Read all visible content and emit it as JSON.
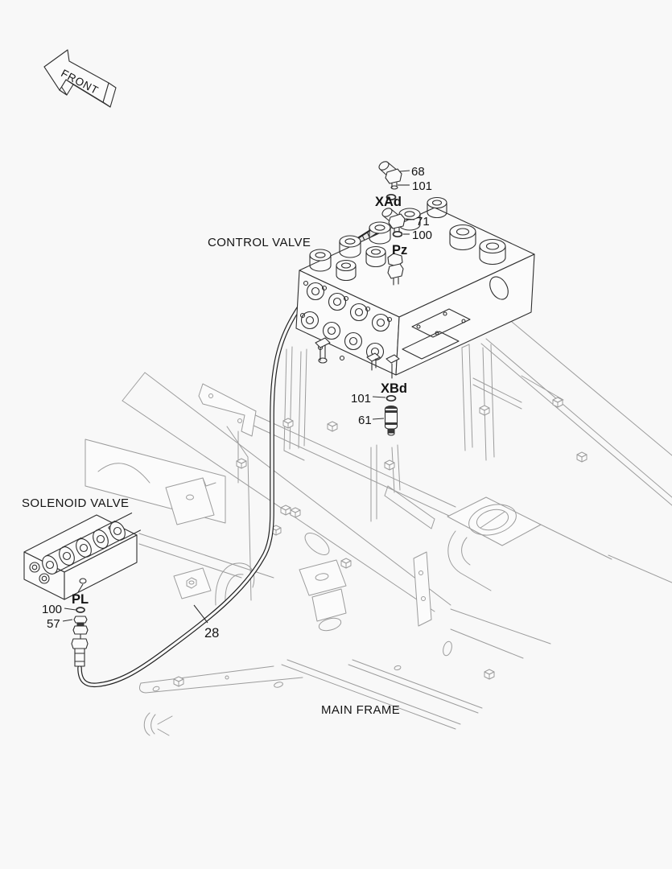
{
  "diagram": {
    "front_label": "FRONT",
    "component_labels": {
      "control_valve": "CONTROL VALVE",
      "solenoid_valve": "SOLENOID VALVE",
      "main_frame": "MAIN FRAME"
    },
    "port_labels": {
      "xad": "XAd",
      "pz": "Pz",
      "xbd": "XBd",
      "pl": "PL"
    },
    "part_callouts": {
      "elbow_top": "68",
      "oring_top": "101",
      "elbow_mid": "71",
      "oring_mid": "100",
      "oring_xbd": "101",
      "fitting_xbd": "61",
      "oring_pl": "100",
      "fitting_pl": "57",
      "hose": "28"
    },
    "colors": {
      "background": "#f8f8f8",
      "dark_line": "#2f2f2f",
      "frame_line": "#9c9c9c"
    }
  }
}
